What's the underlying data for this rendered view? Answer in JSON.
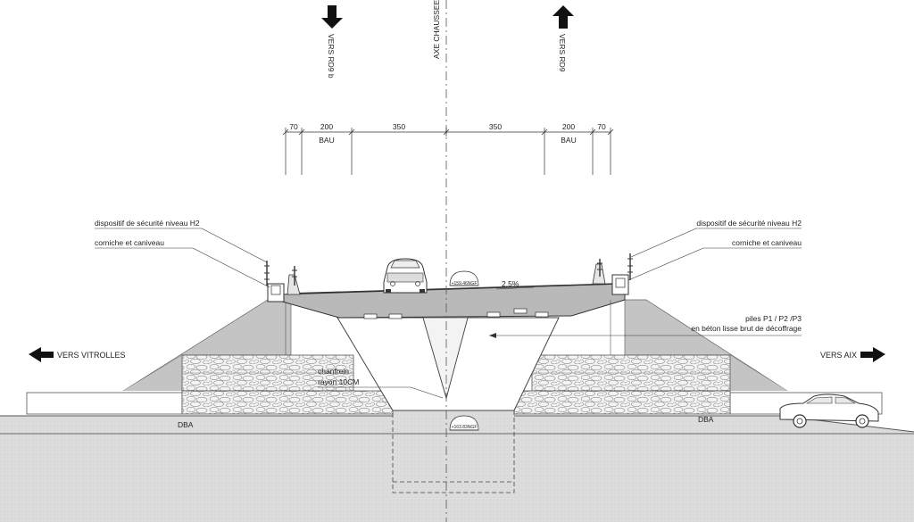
{
  "drawing": {
    "axis_label": "AXE CHAUSSEE",
    "direction_left_top": "VERS RD9 b",
    "direction_right_top": "VERS RD9",
    "direction_left": "VERS VITROLLES",
    "direction_right": "VERS AIX",
    "dimensions": [
      "70",
      "200",
      "350",
      "350",
      "200",
      "70"
    ],
    "bau_left": "BAU",
    "bau_right": "BAU",
    "callout_security_left": "dispositif de sécurité niveau H2",
    "callout_cornice_left": "corniche et caniveau",
    "callout_security_right": "dispositif de sécurité niveau H2",
    "callout_cornice_right": "corniche et caniveau",
    "callout_piles_1": "piles P1 / P2 /P3",
    "callout_piles_2": "en béton lisse brut de décoffrage",
    "callout_chamfer_1": "chanfrein",
    "callout_chamfer_2": "rayon 10CM",
    "slope": "2.5%",
    "level_deck": "+159.46NGF",
    "level_ground": "+163.83NGF",
    "dba_left": "DBA",
    "dba_right": "DBA"
  }
}
